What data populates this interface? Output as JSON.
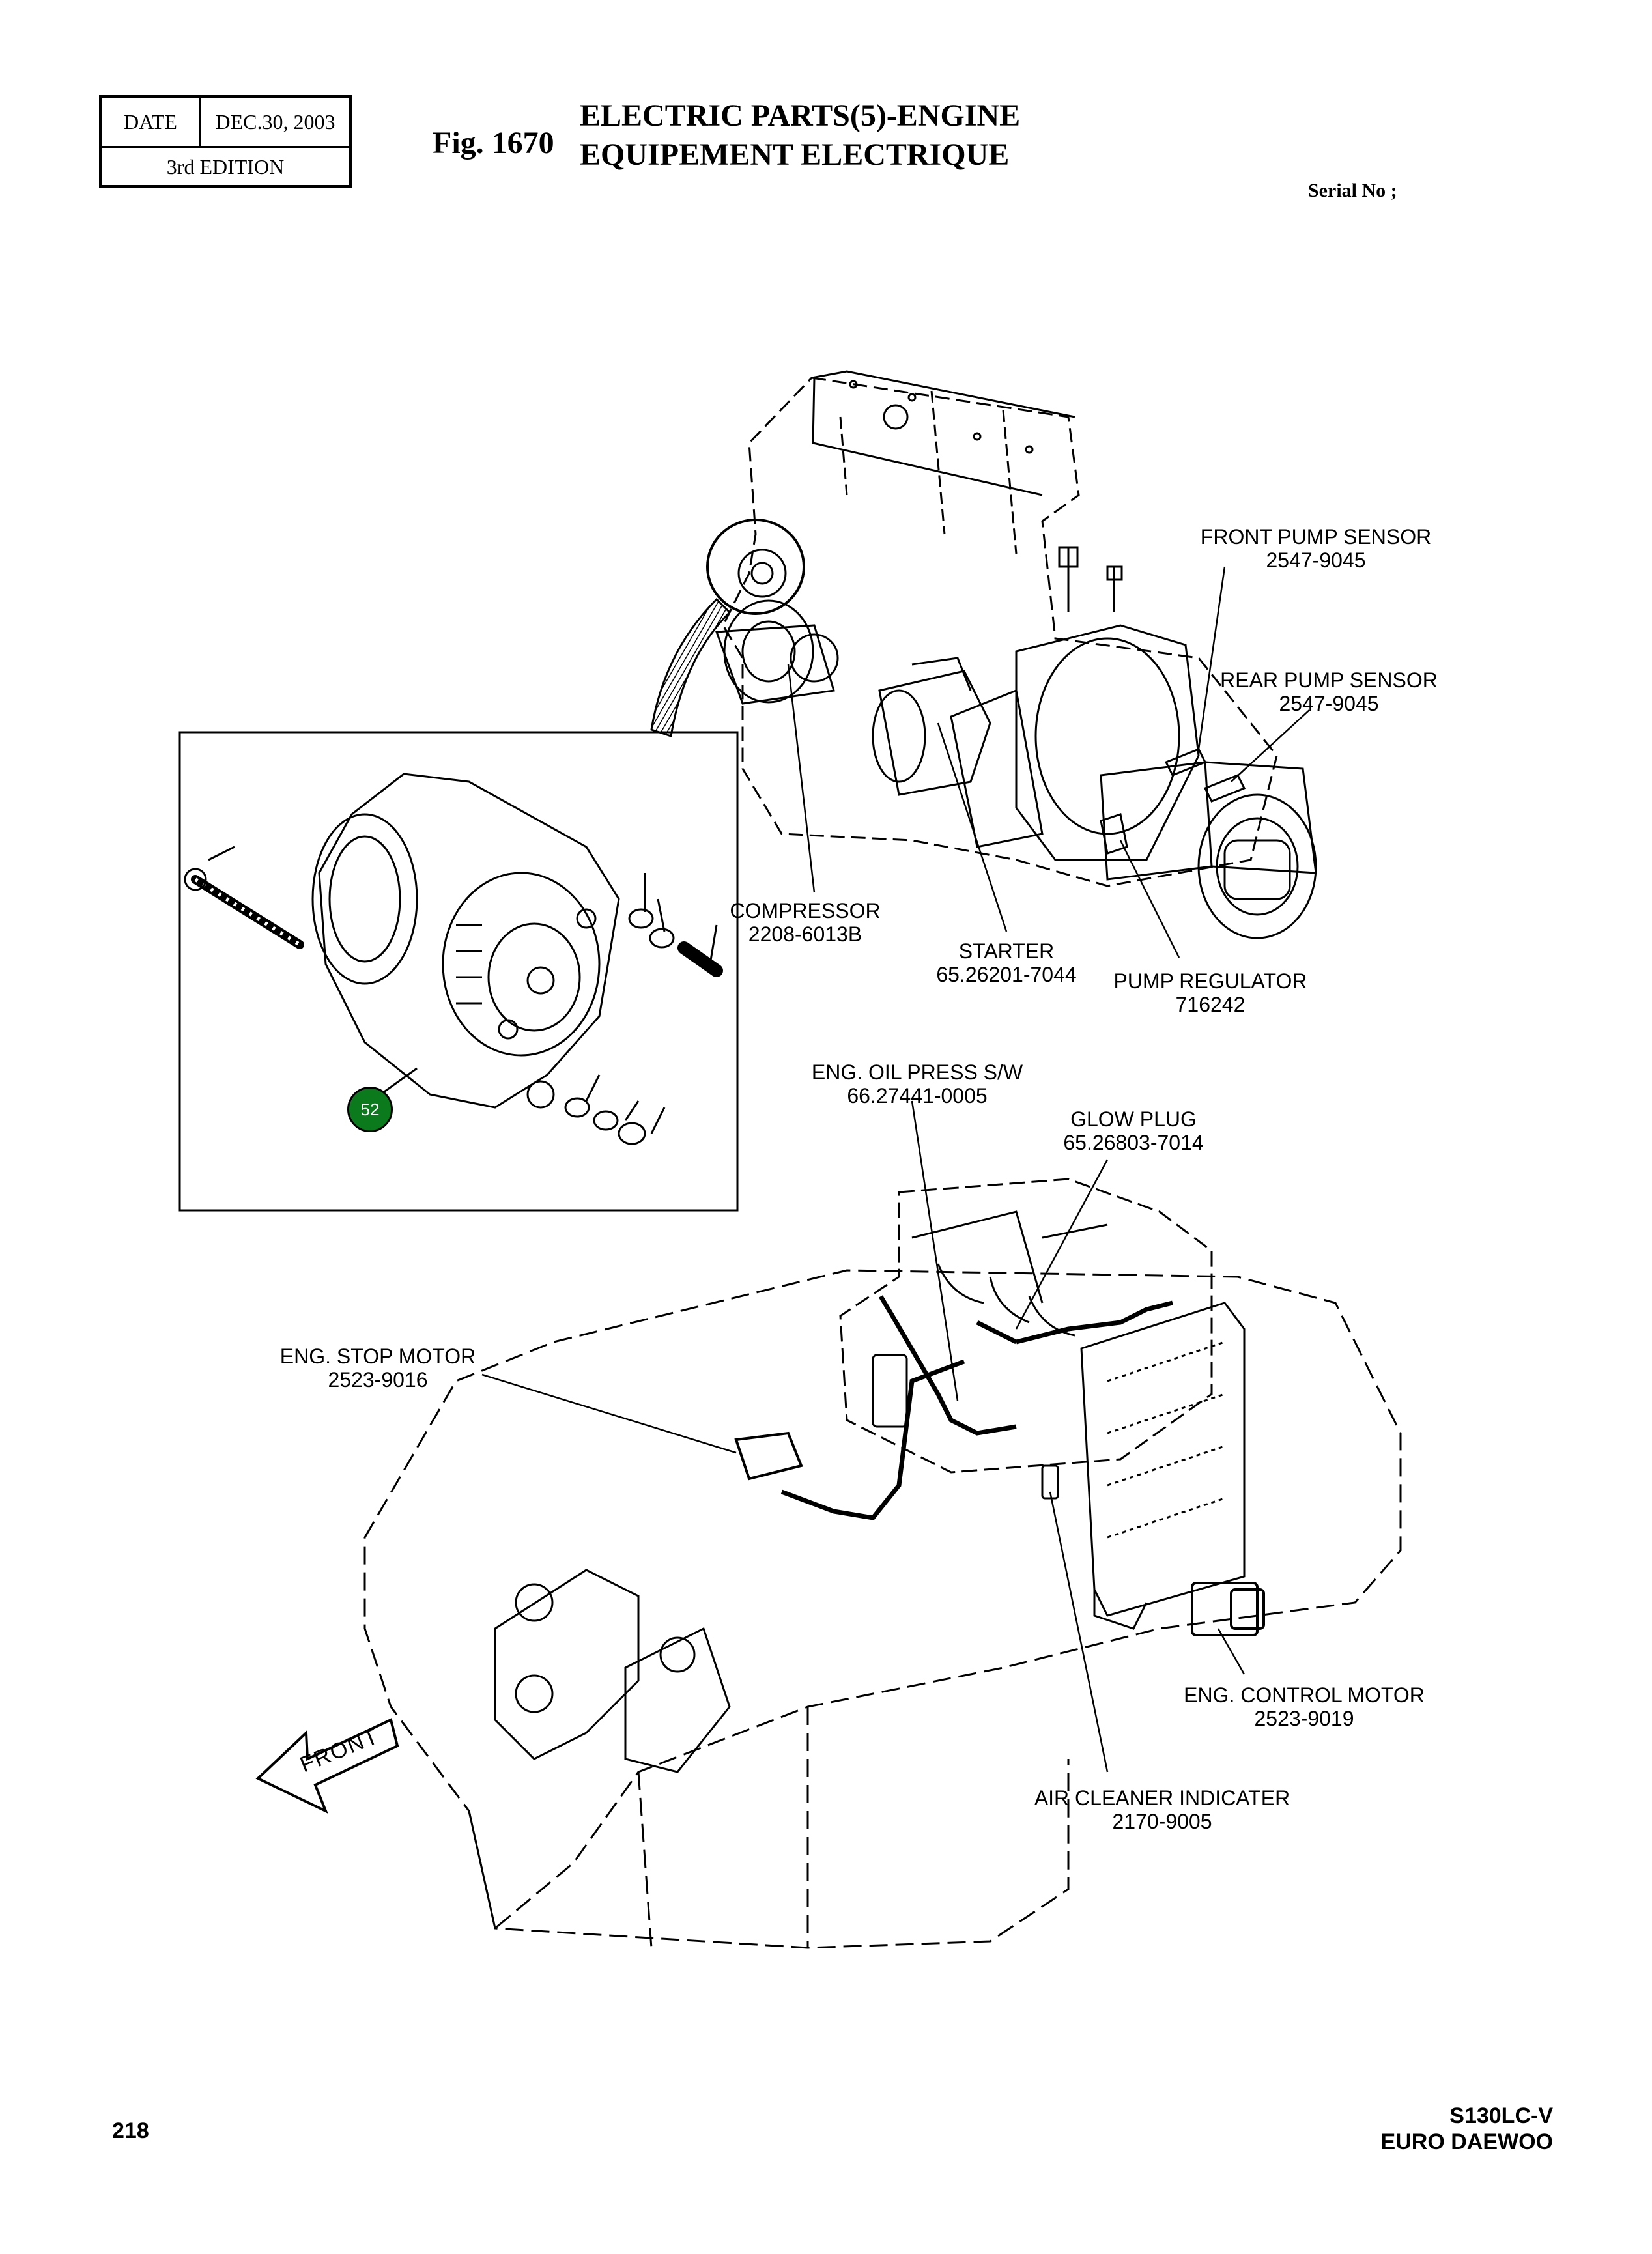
{
  "header": {
    "date_label": "DATE",
    "date_value": "DEC.30, 2003",
    "edition": "3rd  EDITION"
  },
  "figure": {
    "number": "Fig. 1670",
    "title_en": "ELECTRIC PARTS(5)-ENGINE",
    "title_fr": "EQUIPEMENT ELECTRIQUE",
    "serial": "Serial No ;"
  },
  "callout": "52",
  "front_arrow": "FRONT",
  "parts": [
    {
      "name": "FRONT PUMP SENSOR",
      "code": "2547-9045"
    },
    {
      "name": "REAR PUMP SENSOR",
      "code": "2547-9045"
    },
    {
      "name": "COMPRESSOR",
      "code": "2208-6013B"
    },
    {
      "name": "STARTER",
      "code": "65.26201-7044"
    },
    {
      "name": "PUMP REGULATOR",
      "code": "716242"
    },
    {
      "name": "ENG. OIL PRESS S/W",
      "code": "66.27441-0005"
    },
    {
      "name": "GLOW PLUG",
      "code": "65.26803-7014"
    },
    {
      "name": "ENG. STOP MOTOR",
      "code": "2523-9016"
    },
    {
      "name": "ENG. CONTROL MOTOR",
      "code": "2523-9019"
    },
    {
      "name": "AIR CLEANER INDICATER",
      "code": "2170-9005"
    }
  ],
  "footer": {
    "page": "218",
    "model": "S130LC-V",
    "brand": "EURO DAEWOO"
  }
}
